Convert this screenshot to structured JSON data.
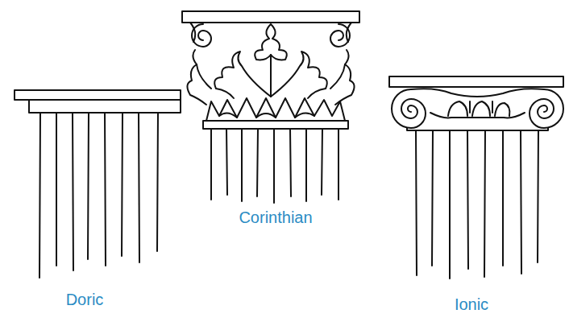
{
  "diagram": {
    "labels": [
      "Doric",
      "Corinthian",
      "Ionic"
    ]
  }
}
